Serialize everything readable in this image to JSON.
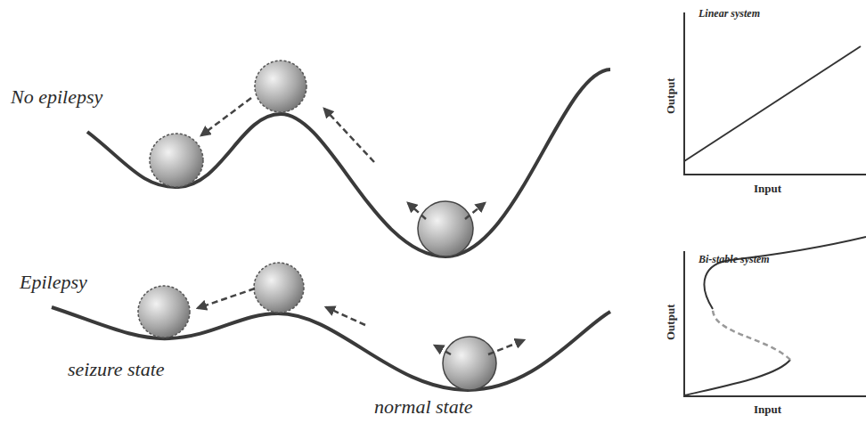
{
  "diagram": {
    "labels": [
      "No epilepsy",
      "Epilepsy",
      "seizure state",
      "normal state",
      "Linear system",
      "Output",
      "Input",
      "Bi-stable system",
      "Output",
      "Input"
    ]
  }
}
